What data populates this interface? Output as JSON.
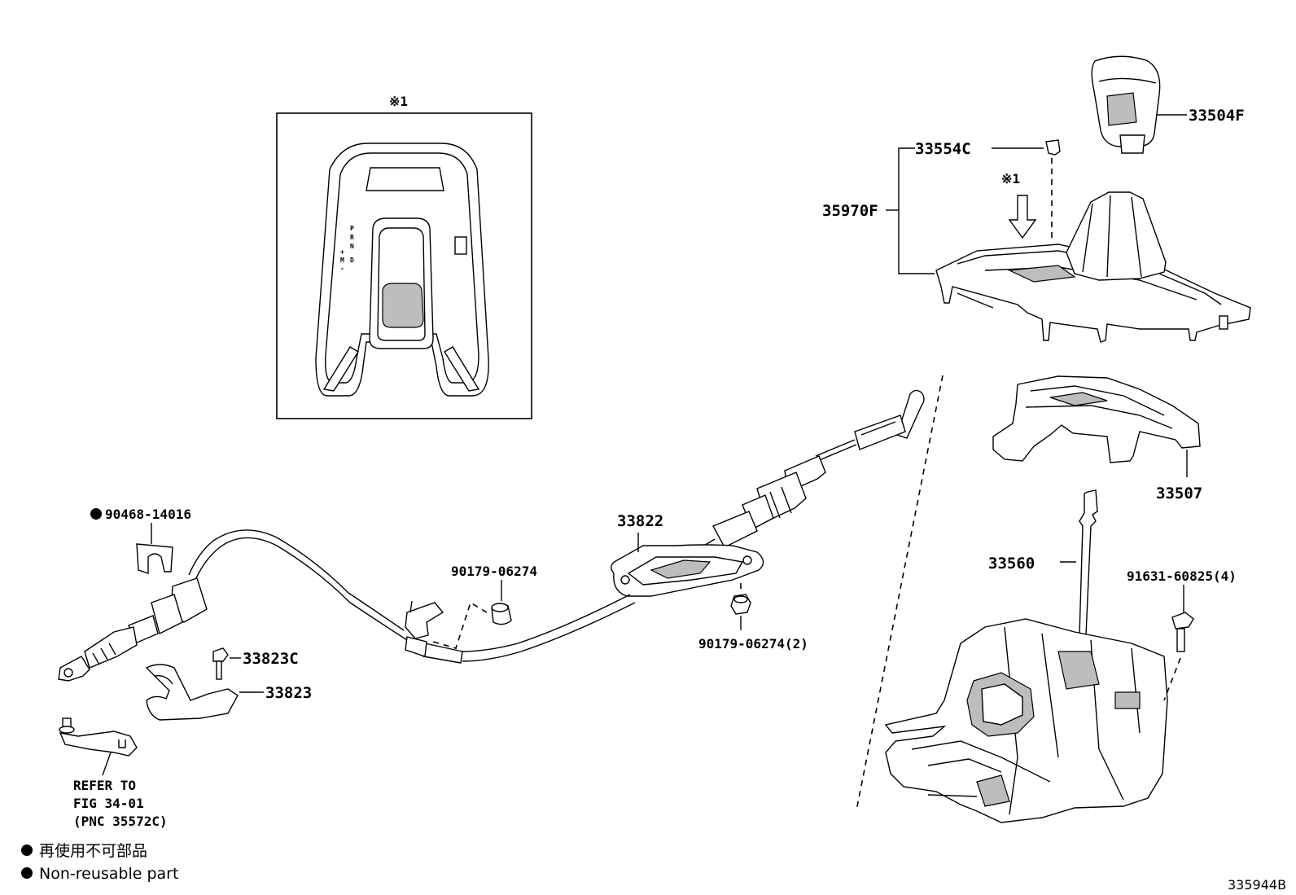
{
  "figure_id": "335944B",
  "inset": {
    "marker": "※1",
    "gear_letters": [
      "P",
      "R",
      "N",
      "D",
      "+",
      "M",
      "-"
    ]
  },
  "callout_marker": "※1",
  "parts": {
    "p33504F": "33504F",
    "p33554C": "33554C",
    "p35970F": "35970F",
    "p33507": "33507",
    "p33560": "33560",
    "p91631": "91631-60825(4)",
    "p33822": "33822",
    "p90179a": "90179-06274",
    "p90179b": "90179-06274(2)",
    "p90468": "90468-14016",
    "p33823C": "33823C",
    "p33823": "33823"
  },
  "refer": {
    "line1": "REFER TO",
    "line2": "FIG 34-01",
    "line3": "(PNC 35572C)"
  },
  "legend": {
    "jp": "再使用不可部品",
    "en": "Non-reusable part"
  }
}
